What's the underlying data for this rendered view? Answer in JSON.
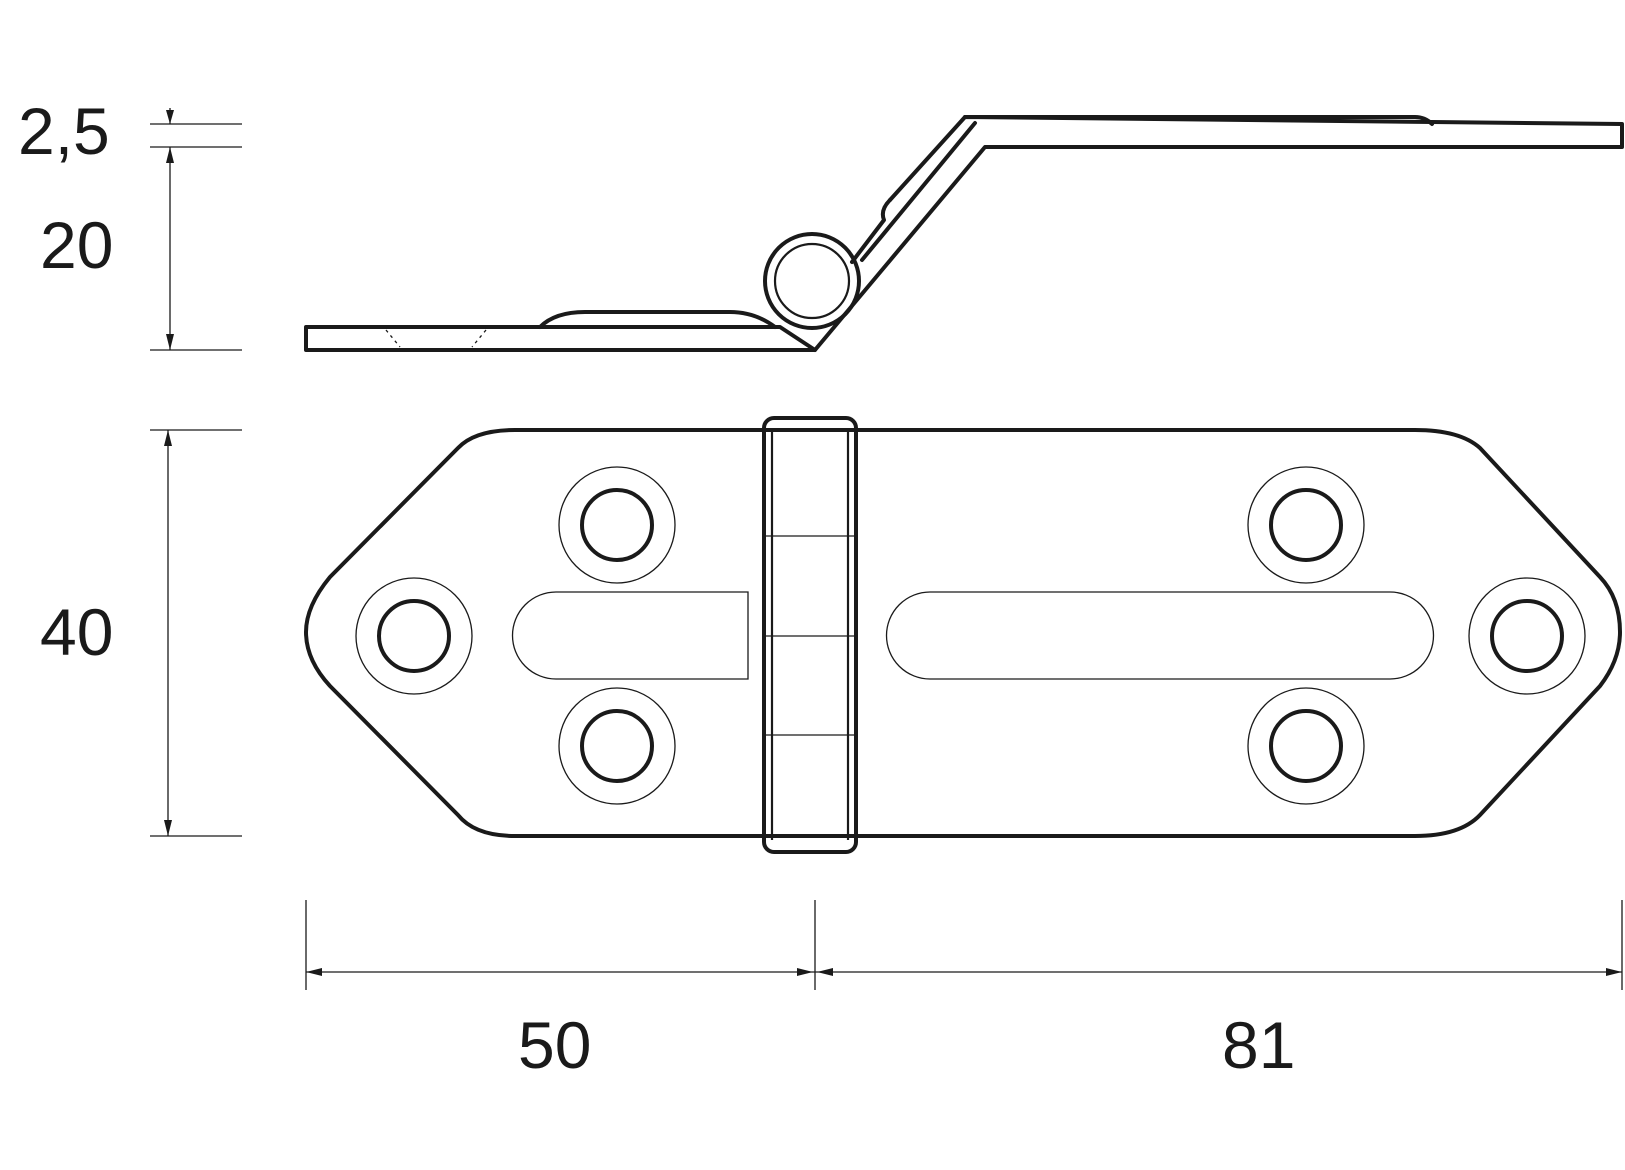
{
  "dimensions": {
    "thickness": "2,5",
    "height": "20",
    "width": "40",
    "leaf_short": "50",
    "leaf_long": "81"
  }
}
